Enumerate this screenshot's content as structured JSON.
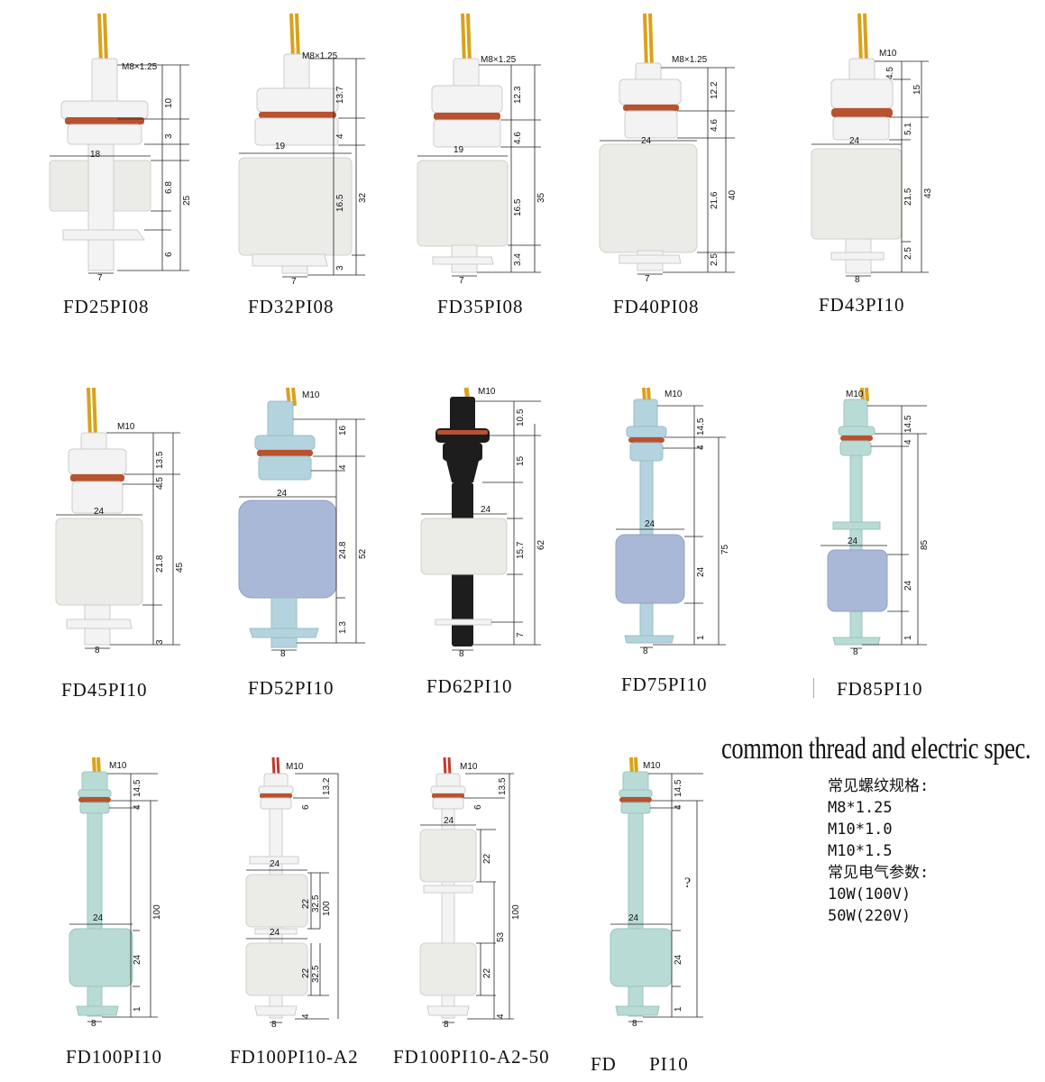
{
  "colors": {
    "white_part": "#f3f3f3",
    "white_float": "#ebebe8",
    "o_ring": "#b9522f",
    "wire": "#d9a21b",
    "blue_part": "#b3d4de",
    "blue_float": "#aab8d8",
    "teal_part": "#b8dcd5",
    "black_part": "#1d1d1d",
    "dim_line": "#222222"
  },
  "products": [
    {
      "model": "FD25PI08",
      "thread": "M8×1.25",
      "dims_v": [
        "10",
        "3",
        "6.8",
        "25",
        "6"
      ],
      "dims_h": [
        "18",
        "7"
      ]
    },
    {
      "model": "FD32PI08",
      "thread": "M8×1.25",
      "dims_v": [
        "13.7",
        "4",
        "16.5",
        "32",
        "3"
      ],
      "dims_h": [
        "19",
        "7"
      ]
    },
    {
      "model": "FD35PI08",
      "thread": "M8×1.25",
      "dims_v": [
        "12.3",
        "4.6",
        "16.5",
        "35",
        "3.4"
      ],
      "dims_h": [
        "19",
        "7"
      ]
    },
    {
      "model": "FD40PI08",
      "thread": "M8×1.25",
      "dims_v": [
        "12.2",
        "4.6",
        "21.6",
        "40",
        "2.5"
      ],
      "dims_h": [
        "24",
        "7"
      ]
    },
    {
      "model": "FD43PI10",
      "thread": "M10",
      "dims_v": [
        "4.5",
        "15",
        "5.1",
        "21.5",
        "43",
        "2.5"
      ],
      "dims_h": [
        "24",
        "8"
      ]
    },
    {
      "model": "FD45PI10",
      "thread": "M10",
      "dims_v": [
        "13.5",
        "4.5",
        "21.8",
        "45",
        "3"
      ],
      "dims_h": [
        "24",
        "8"
      ]
    },
    {
      "model": "FD52PI10",
      "thread": "M10",
      "dims_v": [
        "16",
        "4",
        "24.8",
        "52",
        "1.3"
      ],
      "dims_h": [
        "24",
        "8"
      ]
    },
    {
      "model": "FD62PI10",
      "thread": "M10",
      "dims_v": [
        "10.5",
        "15",
        "15.7",
        "62",
        "7"
      ],
      "dims_h": [
        "24",
        "8"
      ]
    },
    {
      "model": "FD75PI10",
      "thread": "M10",
      "dims_v": [
        "14.5",
        "4",
        "75",
        "24",
        "1"
      ],
      "dims_h": [
        "24",
        "8"
      ]
    },
    {
      "model": "FD85PI10",
      "thread": "M10",
      "dims_v": [
        "14.5",
        "4",
        "85",
        "24",
        "1"
      ],
      "dims_h": [
        "24",
        "8"
      ]
    },
    {
      "model": "FD100PI10",
      "thread": "M10",
      "dims_v": [
        "14.5",
        "4",
        "100",
        "24",
        "1"
      ],
      "dims_h": [
        "24",
        "8"
      ]
    },
    {
      "model": "FD100PI10-A2",
      "thread": "M10",
      "dims_v": [
        "13.2",
        "6",
        "22",
        "32.5",
        "100",
        "22",
        "32.5",
        "4"
      ],
      "dims_h": [
        "24",
        "24",
        "8"
      ]
    },
    {
      "model": "FD100PI10-A2-50",
      "thread": "M10",
      "dims_v": [
        "13.5",
        "6",
        "22",
        "100",
        "53",
        "22",
        "4"
      ],
      "dims_h": [
        "24",
        "8"
      ]
    },
    {
      "model": "FD PI10",
      "thread": "M10",
      "dims_v": [
        "14.5",
        "4",
        "?",
        "24",
        "1"
      ],
      "dims_h": [
        "24",
        "8"
      ]
    }
  ],
  "spec": {
    "title": "common thread and electric spec.",
    "lines": [
      "常见螺纹规格:",
      "M8*1.25",
      "M10*1.0",
      "M10*1.5",
      "常见电气参数:",
      "10W(100V)",
      "50W(220V)"
    ]
  }
}
